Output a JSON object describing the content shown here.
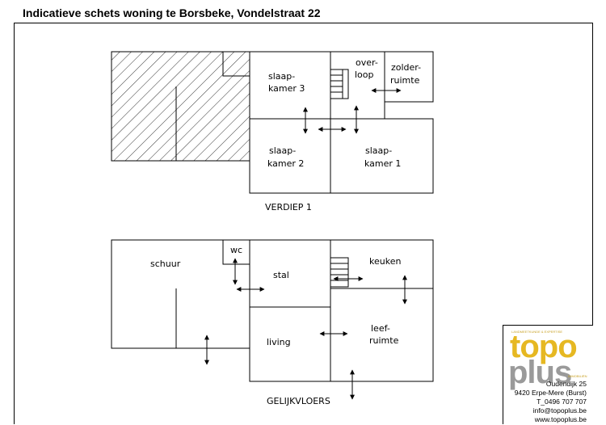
{
  "title": "Indicatieve schets woning te Borsbeke, Vondelstraat 22",
  "floors": {
    "upper": {
      "label": "VERDIEP 1",
      "rooms": {
        "slaapkamer3": [
          "slaap-",
          "kamer 3"
        ],
        "overloop": [
          "over-",
          "loop"
        ],
        "zolderruimte": [
          "zolder-",
          "ruimte"
        ],
        "slaapkamer2": [
          "slaap-",
          "kamer 2"
        ],
        "slaapkamer1": [
          "slaap-",
          "kamer 1"
        ]
      }
    },
    "ground": {
      "label": "GELIJKVLOERS",
      "rooms": {
        "schuur": "schuur",
        "wc": "wc",
        "stal": "stal",
        "keuken": "keuken",
        "living": "living",
        "leefruimte": [
          "leef-",
          "ruimte"
        ]
      }
    }
  },
  "logo": {
    "word_top": "topo",
    "word_bottom": "plus",
    "tagline": "LANDMEETKUNDE & EXPERTISE",
    "sub": "IMMOBILIËN",
    "colors": {
      "gold": "#e6b822",
      "grey": "#9a9a9a"
    }
  },
  "contact": {
    "street": "Oudendijk 25",
    "city": "9420 Erpe-Mere (Burst)",
    "phone": "T_0496 707 707",
    "email": "info@topoplus.be",
    "web": "www.topoplus.be"
  }
}
